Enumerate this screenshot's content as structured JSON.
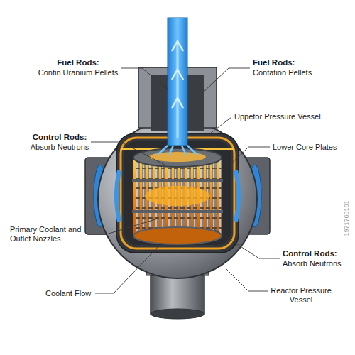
{
  "diagram": {
    "labels": [
      "Fuel Rods:",
      "Contin Uranium Pellets",
      "Fuel Rods:",
      "Contation Pellets",
      "Uppetor Pressure Vessel",
      "Control Rods:",
      "Absorb Neutrons",
      "Lower Core Plates",
      "Primary Coolant and Outlet Nozzles",
      "Control Rods:",
      "Absorb Neutrons",
      "Coolant Flow",
      "Reactor Pressure Vessel",
      "1971760161"
    ]
  }
}
